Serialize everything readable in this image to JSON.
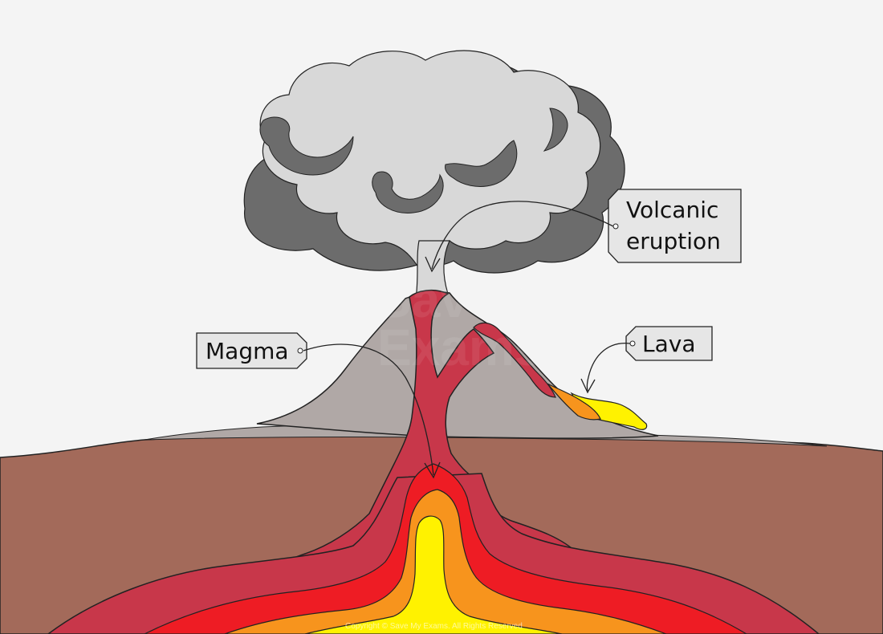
{
  "labels": {
    "eruption_line1": "Volcanic",
    "eruption_line2": "eruption",
    "lava": "Lava",
    "magma": "Magma"
  },
  "watermark": {
    "line1": "Save My",
    "line2": "Exams"
  },
  "copyright": "Copyright © Save My Exams. All Rights Reserved",
  "colors": {
    "sky": "#f4f4f4",
    "ground": "#a36a5a",
    "cone": "#b0a8a6",
    "ash_light": "#d8d8d8",
    "ash_dark": "#6c6c6c",
    "magma": "#c8374a",
    "red_layer": "#ee1c24",
    "orange_layer": "#f7941d",
    "yellow_layer": "#fff200",
    "label_box": "#e6e6e6"
  }
}
